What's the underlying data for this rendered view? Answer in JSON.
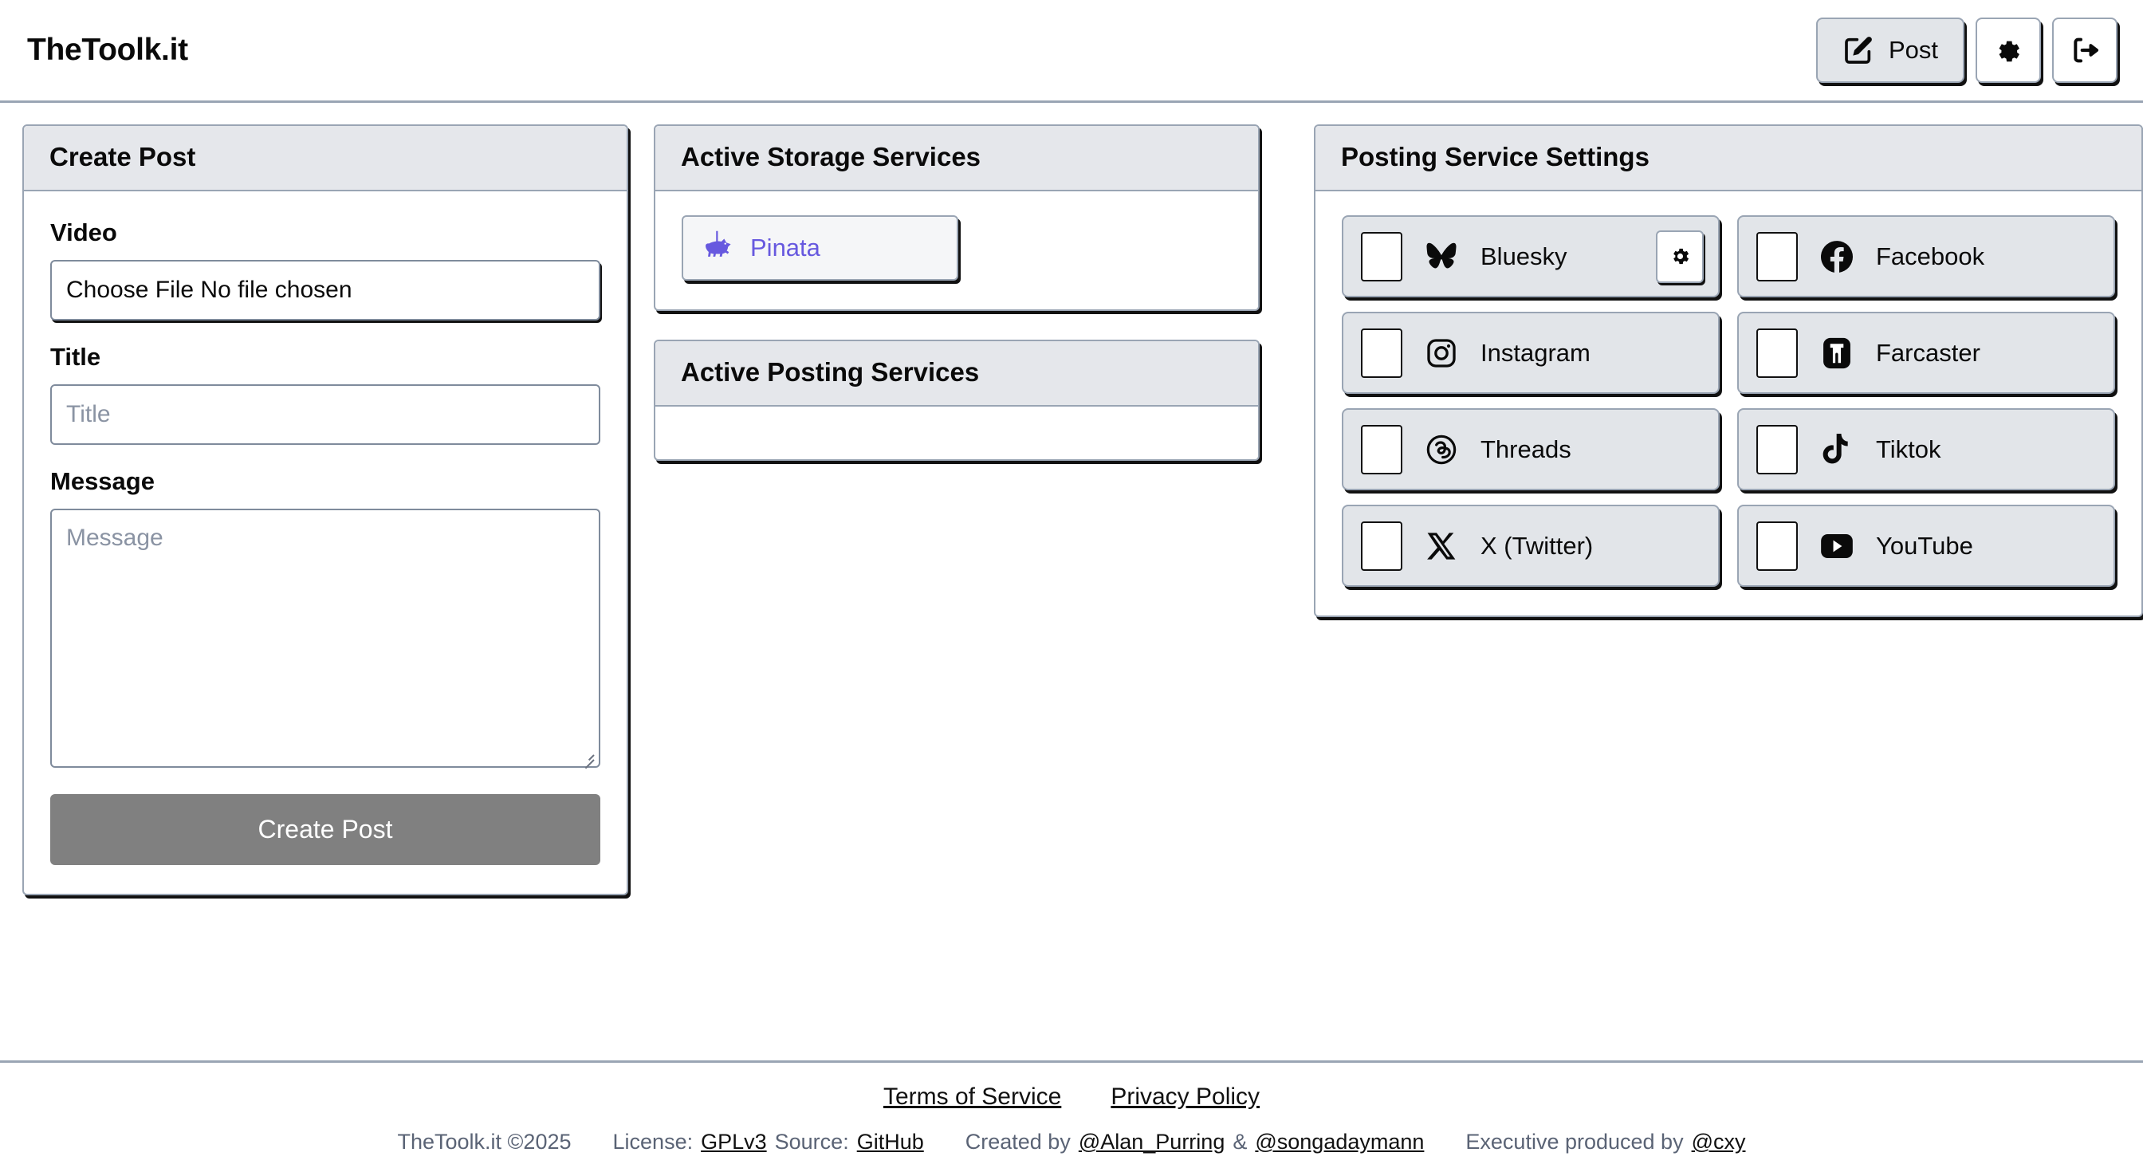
{
  "header": {
    "brand": "TheToolk.it",
    "post_button": {
      "label": "Post",
      "icon": "edit-square-icon"
    },
    "settings_button": {
      "icon": "gear-icon"
    },
    "logout_button": {
      "icon": "logout-icon"
    }
  },
  "create_post": {
    "title": "Create Post",
    "video_label": "Video",
    "video_value": "Choose File No file chosen",
    "title_label": "Title",
    "title_placeholder": "Title",
    "message_label": "Message",
    "message_placeholder": "Message",
    "submit_label": "Create Post",
    "submit_disabled": true
  },
  "active_storage": {
    "title": "Active Storage Services",
    "items": [
      {
        "label": "Pinata",
        "icon": "pinata-icon",
        "color": "#6759df"
      }
    ]
  },
  "active_posting": {
    "title": "Active Posting Services",
    "items": []
  },
  "posting_settings": {
    "title": "Posting Service Settings",
    "services": [
      {
        "name": "Bluesky",
        "icon": "bluesky-butterfly-icon",
        "checked": false,
        "has_gear": true
      },
      {
        "name": "Facebook",
        "icon": "facebook-icon",
        "checked": false,
        "has_gear": false
      },
      {
        "name": "Instagram",
        "icon": "instagram-icon",
        "checked": false,
        "has_gear": false
      },
      {
        "name": "Farcaster",
        "icon": "farcaster-icon",
        "checked": false,
        "has_gear": false
      },
      {
        "name": "Threads",
        "icon": "threads-icon",
        "checked": false,
        "has_gear": false
      },
      {
        "name": "Tiktok",
        "icon": "tiktok-icon",
        "checked": false,
        "has_gear": false
      },
      {
        "name": "X (Twitter)",
        "icon": "x-twitter-icon",
        "checked": false,
        "has_gear": false
      },
      {
        "name": "YouTube",
        "icon": "youtube-icon",
        "checked": false,
        "has_gear": false
      }
    ]
  },
  "footer": {
    "links": [
      {
        "label": "Terms of Service"
      },
      {
        "label": "Privacy Policy"
      }
    ],
    "copyright": "TheToolk.it ©2025",
    "license_prefix": "License:",
    "license_link": "GPLv3",
    "source_prefix": "Source:",
    "source_link": "GitHub",
    "created_prefix": "Created by",
    "created_link_1": "@Alan_Purring",
    "created_amp": "&",
    "created_link_2": "@songadaymann",
    "exec_prefix": "Executive produced by",
    "exec_link": "@cxy"
  },
  "theme": {
    "accent_purple": "#6759df",
    "card_header_bg": "#E5E7EB",
    "card_border": "#9AA5B4",
    "row_bg": "#E2E5E9",
    "disabled_button": "#808080"
  }
}
